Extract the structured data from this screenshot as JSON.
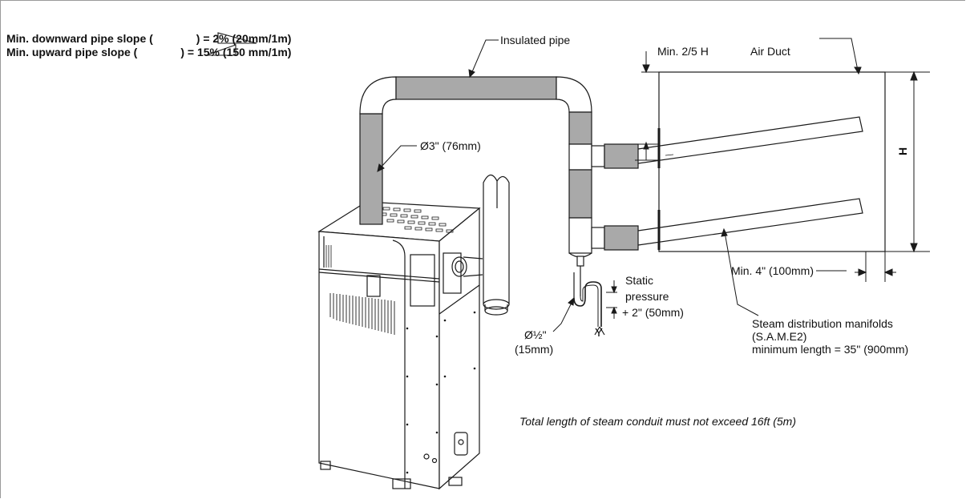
{
  "slope": {
    "down_prefix": "Min. downward pipe slope (",
    "down_suffix": ") = 2%  (20mm/1m)",
    "up_prefix": "Min. upward pipe slope (",
    "up_suffix": ") = 15% (150 mm/1m)"
  },
  "labels": {
    "insulated_pipe": "Insulated pipe",
    "pipe_diameter": "Ø3\" (76mm)",
    "min_clearance": "Min. 2/5 H",
    "air_duct": "Air Duct",
    "height": "H",
    "min_wall": "Min. 4\" (100mm)",
    "static": "Static",
    "pressure": "pressure",
    "plus_two": "+ 2\" (50mm)",
    "drain_dia": "Ø½\"",
    "drain_mm": "(15mm)",
    "trap": "Y",
    "manifold_1": "Steam distribution manifolds",
    "manifold_2": "(S.A.M.E2)",
    "manifold_3": "minimum length = 35\" (900mm)",
    "total_length": "Total length of steam conduit must not exceed 16ft (5m)"
  },
  "colors": {
    "insulation": "#a9a9a9",
    "line": "#1a1a1a"
  }
}
